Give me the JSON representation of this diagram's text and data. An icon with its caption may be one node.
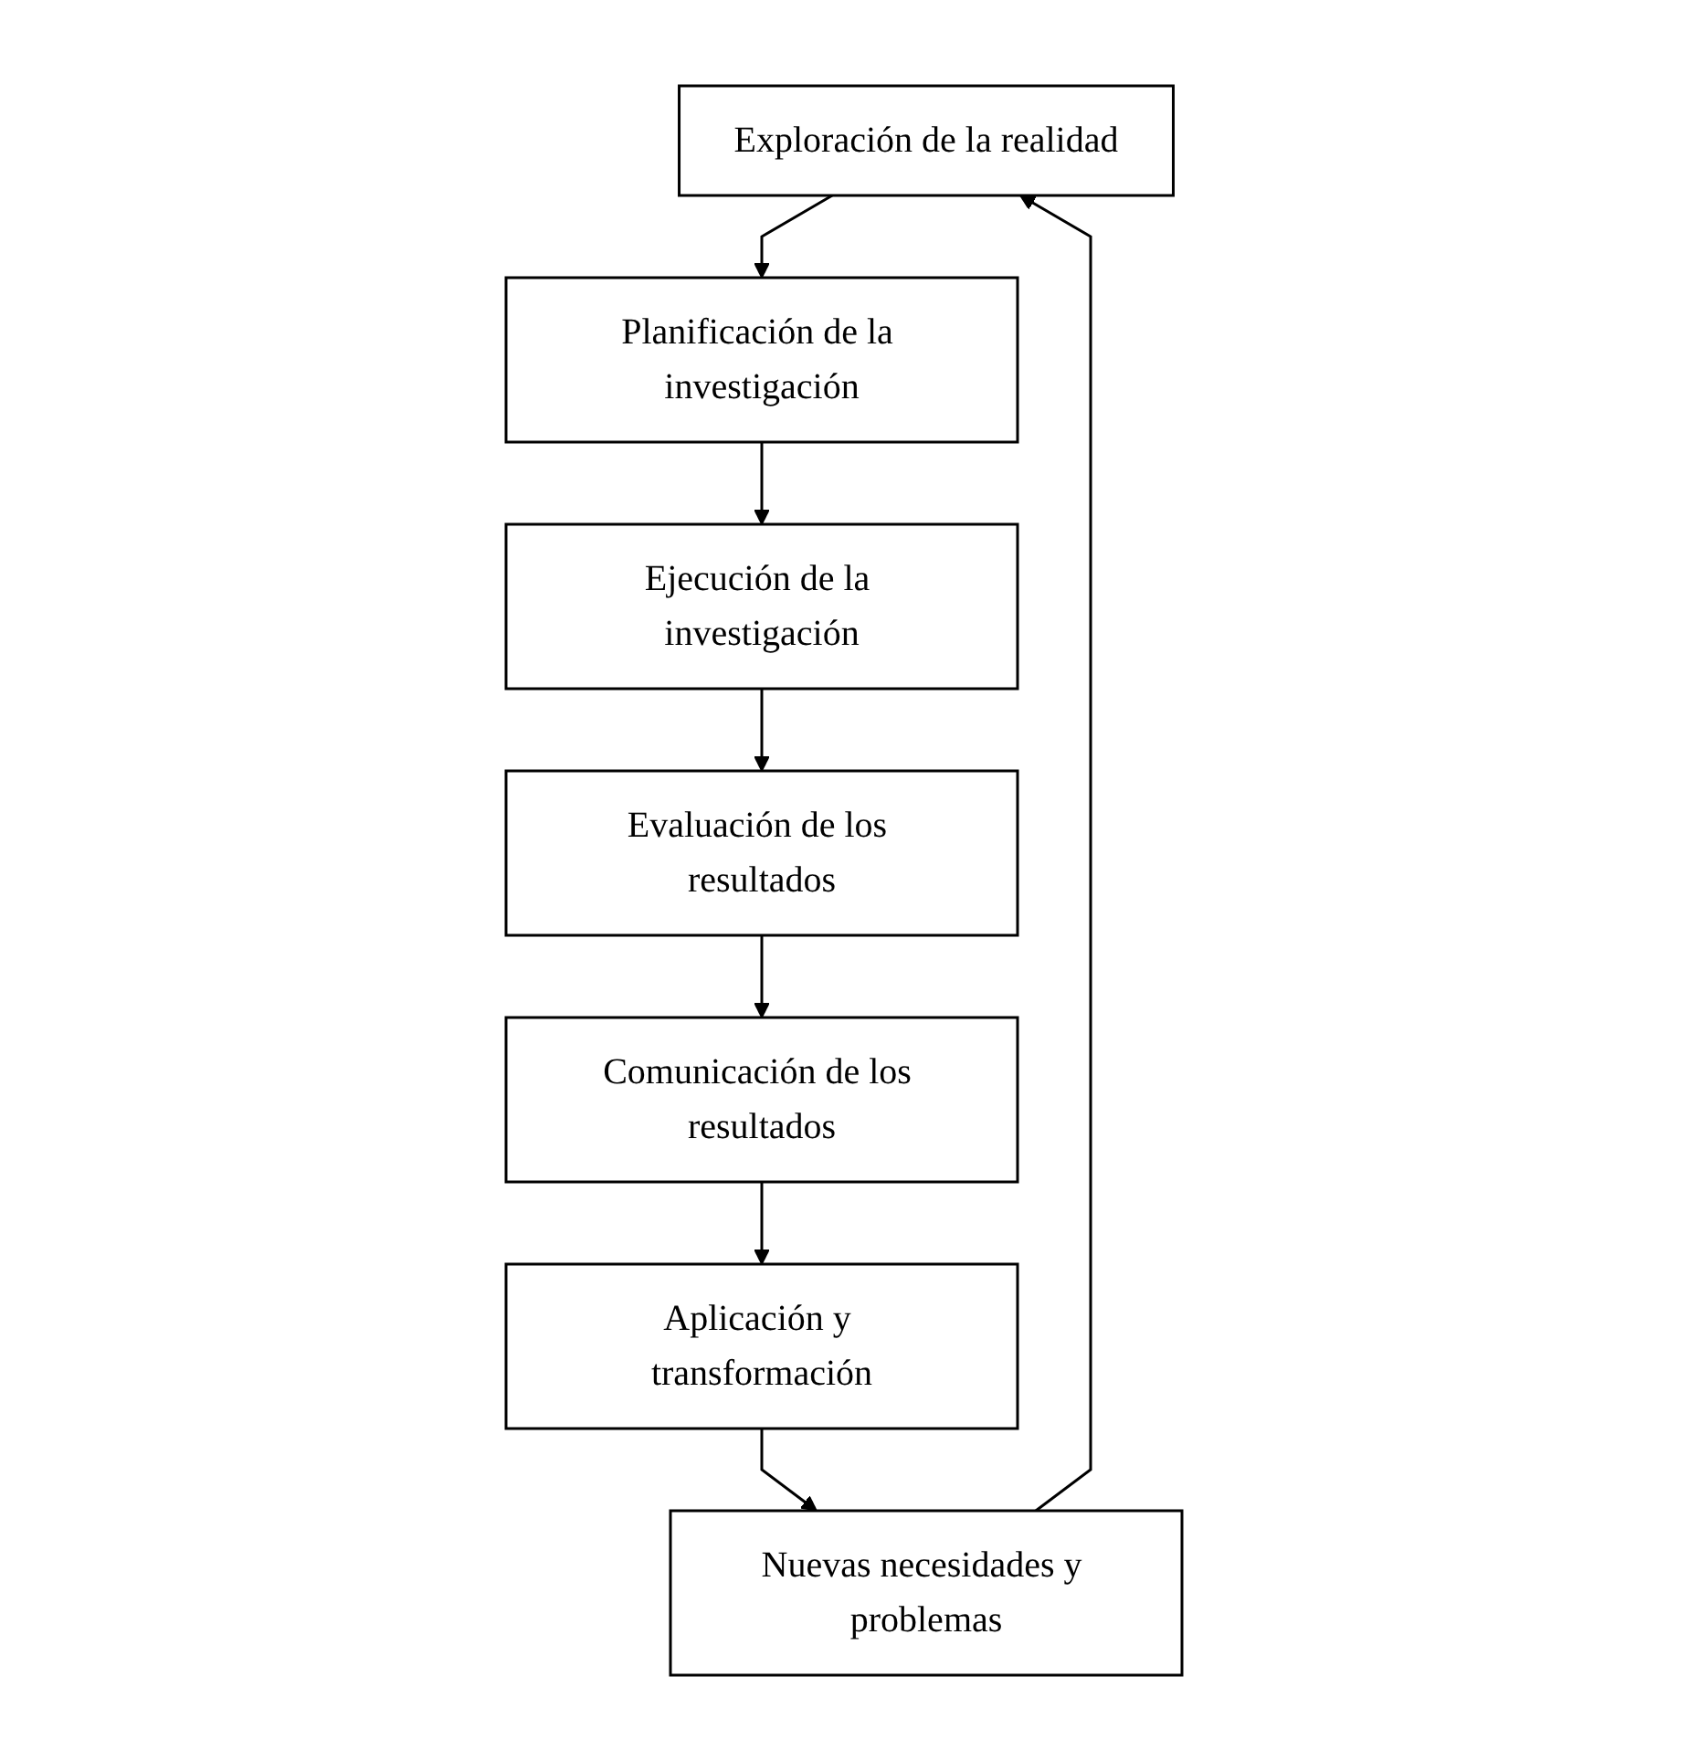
{
  "diagram": {
    "nodes": [
      {
        "text": [
          "Exploración de la realidad"
        ]
      },
      {
        "text": [
          "Planificación de la investigación"
        ]
      },
      {
        "text": [
          "Ejecución de la investigación"
        ]
      },
      {
        "text": [
          "Evaluación de los resultados"
        ]
      },
      {
        "text": [
          "Comunicación de los resultados"
        ]
      },
      {
        "text": [
          "Aplicación y transformación"
        ]
      },
      {
        "text": [
          "Nuevas necesidades y problemas"
        ]
      }
    ],
    "edges": [
      {
        "from": 0,
        "to": 1,
        "arrow": "to"
      },
      {
        "from": 1,
        "to": 2,
        "arrow": "to"
      },
      {
        "from": 2,
        "to": 3,
        "arrow": "to"
      },
      {
        "from": 3,
        "to": 4,
        "arrow": "to"
      },
      {
        "from": 4,
        "to": 5,
        "arrow": "to"
      },
      {
        "from": 5,
        "to": 6,
        "arrow": "to"
      },
      {
        "from": 6,
        "to": 0,
        "arrow": "to"
      }
    ]
  }
}
